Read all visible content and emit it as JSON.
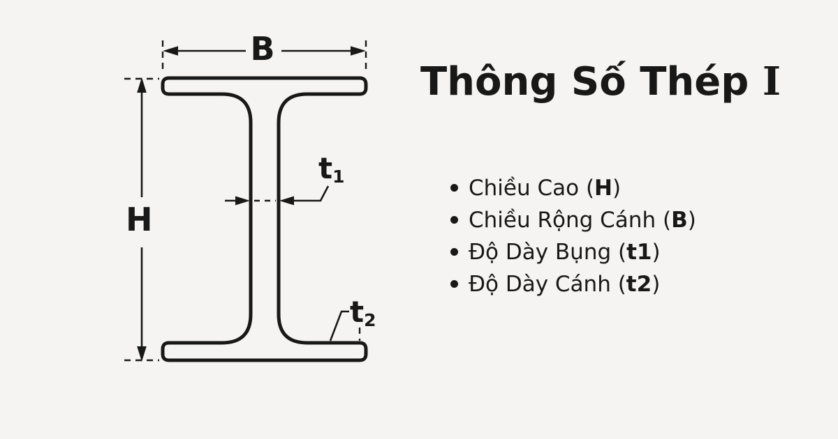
{
  "colors": {
    "background": "#f5f4f2",
    "ink": "#181818"
  },
  "title": {
    "main": "Thông Số Thép",
    "beam_symbol": "I"
  },
  "diagram": {
    "width_label": "B",
    "height_label": "H",
    "web_thickness_label": {
      "base": "t",
      "sub": "1"
    },
    "flange_thickness_label": {
      "base": "t",
      "sub": "2"
    }
  },
  "specs": {
    "items": [
      {
        "text": "Chiều Cao (",
        "param": "H",
        "close": ")"
      },
      {
        "text": "Chiều Rộng Cánh (",
        "param": "B",
        "close": ")"
      },
      {
        "text": "Độ Dày Bụng (",
        "param": "t1",
        "close": ")"
      },
      {
        "text": "Độ Dày Cánh (",
        "param": "t2",
        "close": ")"
      }
    ]
  }
}
